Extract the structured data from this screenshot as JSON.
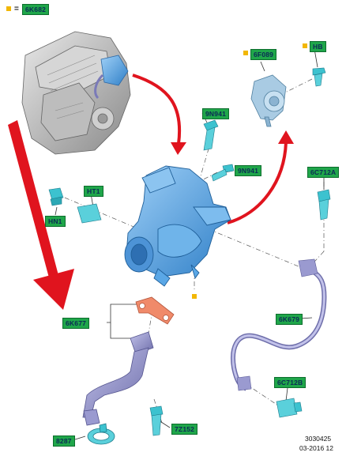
{
  "legend": {
    "marker_color": "#f2b705",
    "equals": "=",
    "code": "6K682"
  },
  "labels": {
    "l_6f089": "6F089",
    "l_hb": "HB",
    "l_9n941_top": "9N941",
    "l_9n941_mid": "9N941",
    "l_ht1": "HT1",
    "l_hn1": "HN1",
    "l_6c712a": "6C712A",
    "l_6k677": "6K677",
    "l_6k679": "6K679",
    "l_6c712b": "6C712B",
    "l_7z152": "7Z152",
    "l_8287": "8287"
  },
  "footer": {
    "part_number": "3030425",
    "date": "03-2016 12"
  },
  "colors": {
    "label_bg": "#1fa64a",
    "label_text": "#0b2a55",
    "arrow_red": "#e0141e",
    "part_blue": "#5aa7e6",
    "hose_purple": "#8f8fc4",
    "gasket_orange": "#f08a6a"
  }
}
